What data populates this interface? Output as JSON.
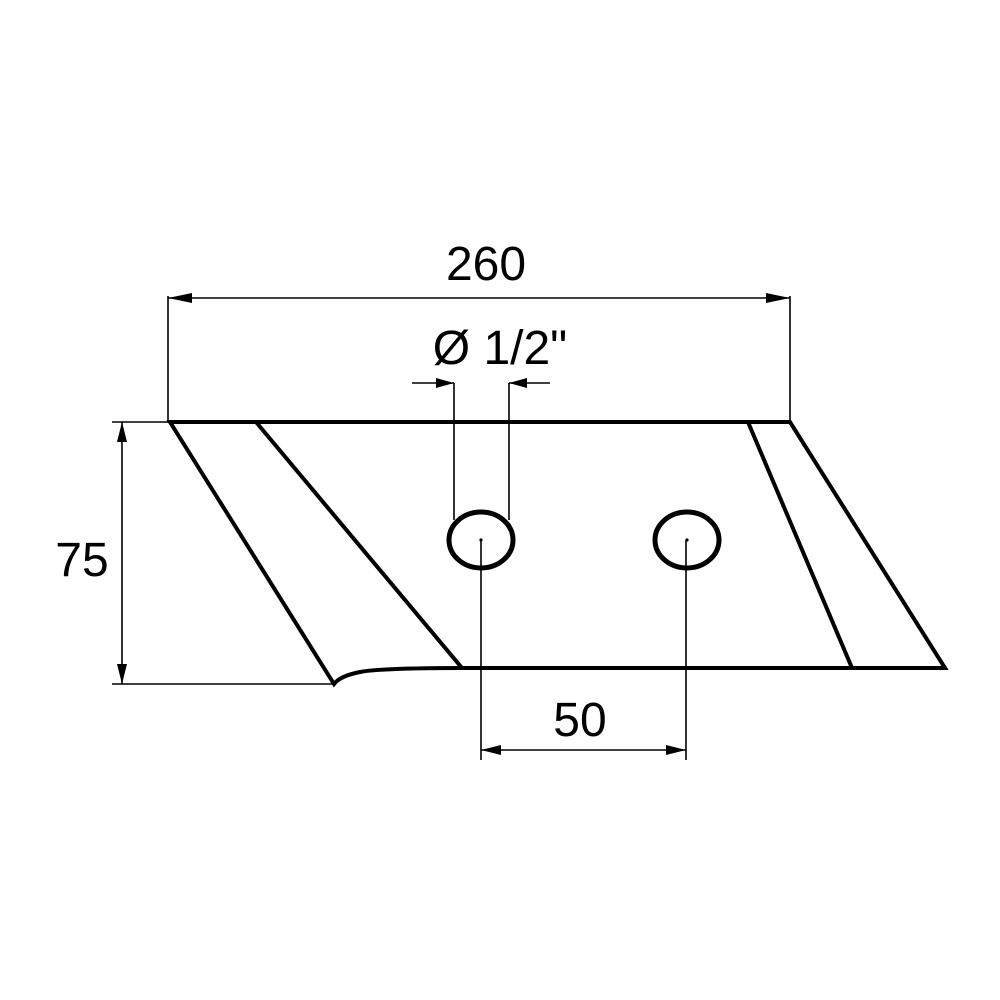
{
  "dimensions": {
    "total_length": "260",
    "height": "75",
    "hole_spacing": "50",
    "hole_diameter": "Ø 1/2\""
  },
  "colors": {
    "line": "#000000",
    "background": "#ffffff"
  }
}
